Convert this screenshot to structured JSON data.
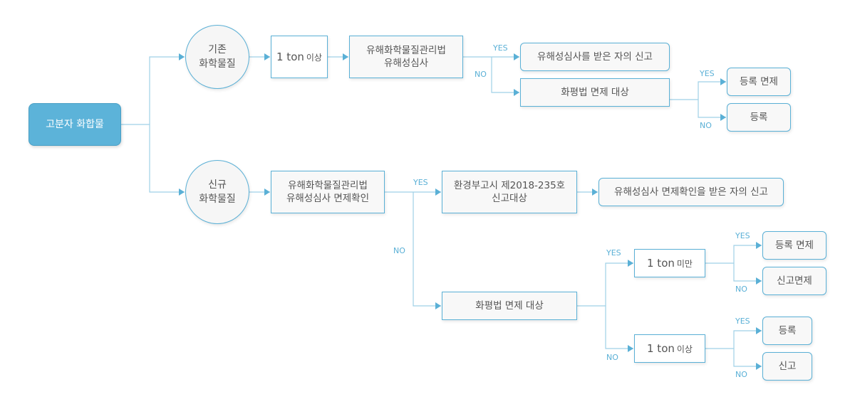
{
  "colors": {
    "accent": "#5ab0d6",
    "root_fill": "#5cb3d9",
    "line": "#9fd0e6",
    "text": "#555555"
  },
  "root": {
    "label": "고분자 화합물"
  },
  "existing": {
    "circle": {
      "line1": "기존",
      "line2": "화학물질"
    },
    "ton": {
      "value": "1 ton",
      "unit": "이상"
    },
    "law": {
      "line1": "유해화학물질관리법",
      "line2": "유해성심사"
    },
    "yes_label": "YES",
    "no_label": "NO",
    "yes_result": "유해성심사를 받은 자의 신고",
    "no_result": "화평법 면제 대상",
    "sub_yes_label": "YES",
    "sub_no_label": "NO",
    "sub_yes_result": "등록 면제",
    "sub_no_result": "등록"
  },
  "new": {
    "circle": {
      "line1": "신규",
      "line2": "화학물질"
    },
    "law": {
      "line1": "유해화학물질관리법",
      "line2": "유해성심사 면제확인"
    },
    "yes_label": "YES",
    "no_label": "NO",
    "notice": {
      "line1": "환경부고시 제2018-235호",
      "line2": "신고대상"
    },
    "notice_result": "유해성심사 면제확인을 받은 자의 신고",
    "exempt": "화평법 면제 대상",
    "exempt_yes_label": "YES",
    "exempt_no_label": "NO",
    "under": {
      "value": "1 ton",
      "unit": "미만",
      "yes_label": "YES",
      "no_label": "NO",
      "yes_result": "등록 면제",
      "no_result": "신고면제"
    },
    "over": {
      "value": "1 ton",
      "unit": "이상",
      "yes_label": "YES",
      "no_label": "NO",
      "yes_result": "등록",
      "no_result": "신고"
    }
  }
}
